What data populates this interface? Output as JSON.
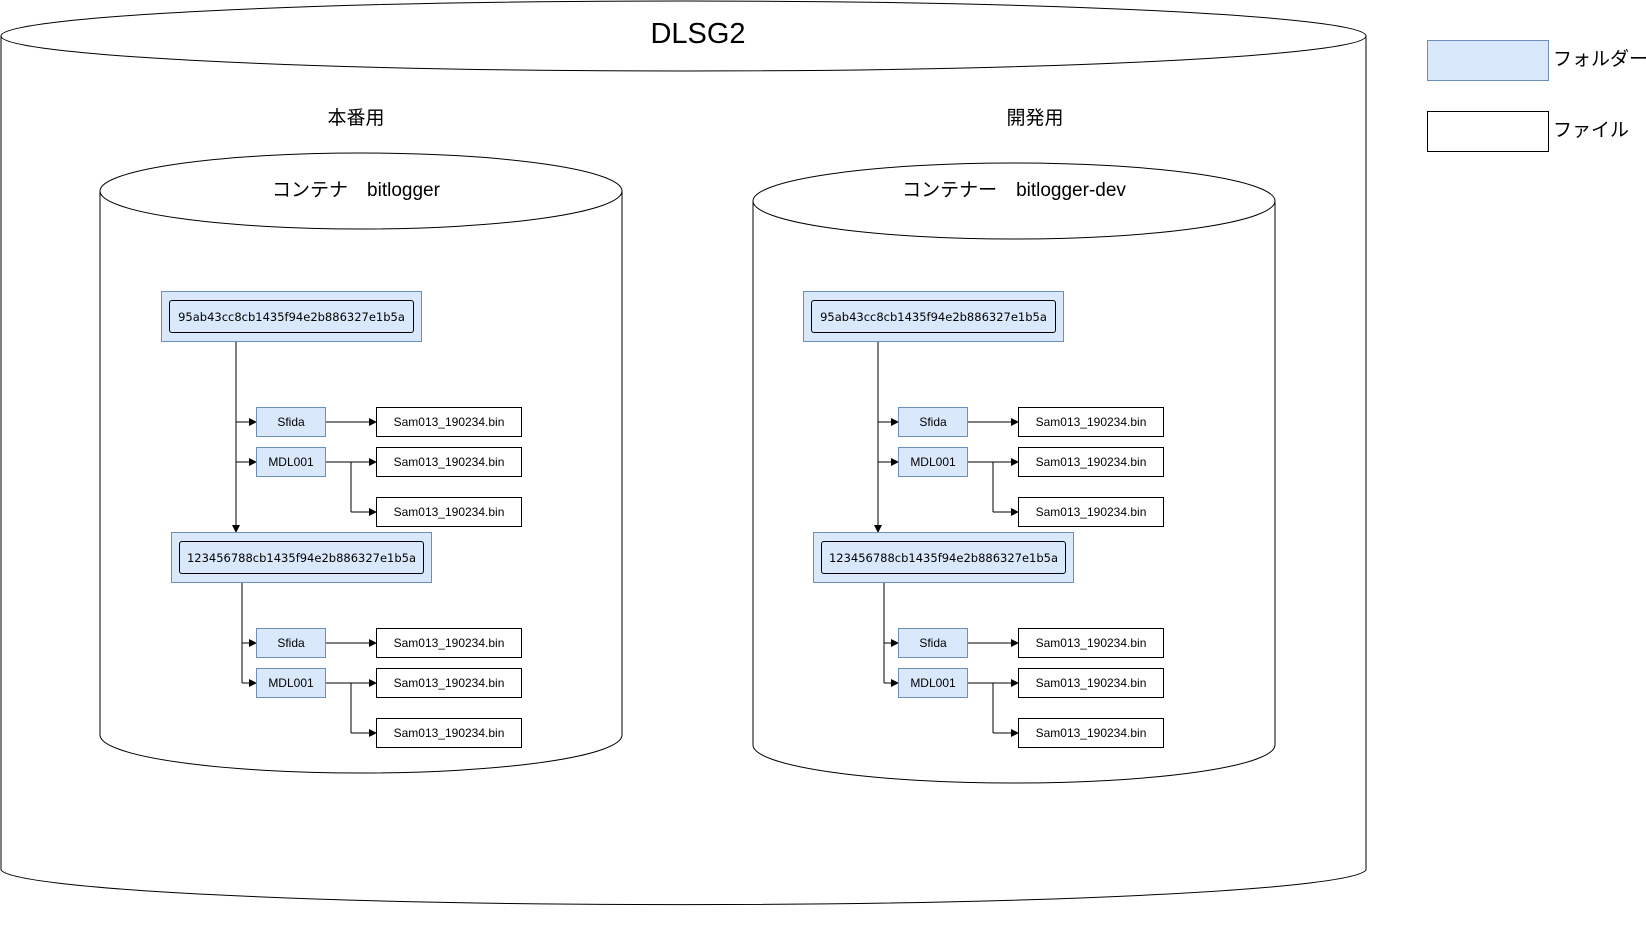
{
  "title": "DLSG2",
  "sections": [
    {
      "label": "本番用",
      "container": "コンテナ　bitlogger",
      "groups": [
        {
          "folder": "95ab43cc8cb1435f94e2b886327e1b5a",
          "children": [
            {
              "folder": "Sfida",
              "files": [
                "Sam013_190234.bin"
              ]
            },
            {
              "folder": "MDL001",
              "files": [
                "Sam013_190234.bin",
                "Sam013_190234.bin"
              ]
            }
          ]
        },
        {
          "folder": "123456788cb1435f94e2b886327e1b5a",
          "children": [
            {
              "folder": "Sfida",
              "files": [
                "Sam013_190234.bin"
              ]
            },
            {
              "folder": "MDL001",
              "files": [
                "Sam013_190234.bin",
                "Sam013_190234.bin"
              ]
            }
          ]
        }
      ]
    },
    {
      "label": "開発用",
      "container": "コンテナー　bitlogger-dev",
      "groups": [
        {
          "folder": "95ab43cc8cb1435f94e2b886327e1b5a",
          "children": [
            {
              "folder": "Sfida",
              "files": [
                "Sam013_190234.bin"
              ]
            },
            {
              "folder": "MDL001",
              "files": [
                "Sam013_190234.bin",
                "Sam013_190234.bin"
              ]
            }
          ]
        },
        {
          "folder": "123456788cb1435f94e2b886327e1b5a",
          "children": [
            {
              "folder": "Sfida",
              "files": [
                "Sam013_190234.bin"
              ]
            },
            {
              "folder": "MDL001",
              "files": [
                "Sam013_190234.bin",
                "Sam013_190234.bin"
              ]
            }
          ]
        }
      ]
    }
  ],
  "legend": {
    "folder_label": "フォルダー",
    "file_label": "ファイル"
  },
  "colors": {
    "folder_fill": "#dae8fc",
    "folder_stroke": "#6c8ebf",
    "line": "#000000"
  }
}
